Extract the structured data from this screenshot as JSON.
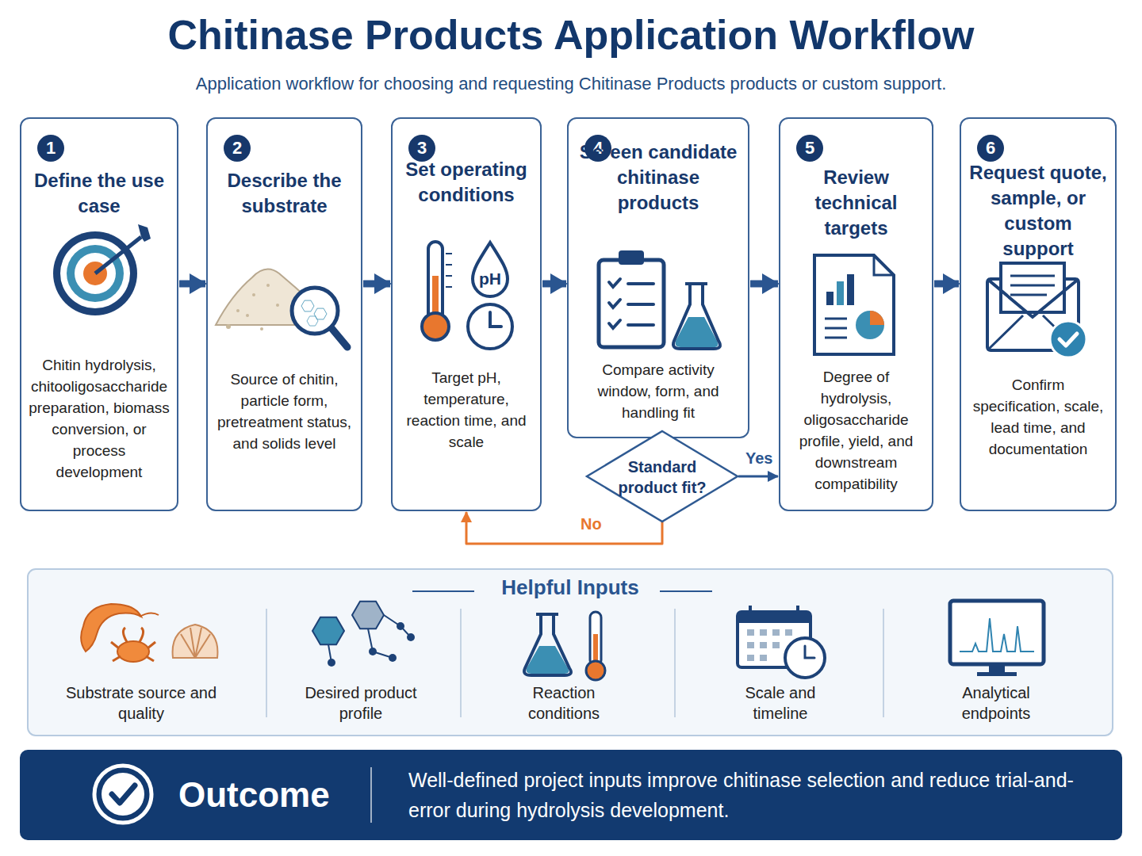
{
  "diagram": {
    "title": "Chitinase Products Application Workflow",
    "caption": "Application workflow for choosing and requesting Chitinase Products products or custom support.",
    "nodes": [
      {
        "text": [
          "1",
          "Define the use case",
          "Chitin hydrolysis, chitooligosaccharide preparation, biomass conversion, or process development"
        ]
      },
      {
        "text": [
          "2",
          "Describe the substrate",
          "Source of chitin, particle form, pretreatment status, and solids level"
        ]
      },
      {
        "text": [
          "3",
          "Set operating conditions",
          "Target pH, temperature, reaction time, and scale"
        ]
      },
      {
        "text": [
          "4",
          "Screen candidate chitinase products",
          "Compare activity window, form, and handling fit"
        ]
      },
      {
        "text": [
          "5",
          "Review technical targets",
          "Degree of hydrolysis, oligosaccharide profile, yield, and downstream compatibility"
        ]
      },
      {
        "text": [
          "6",
          "Request quote, sample, or custom support",
          "Confirm specification, scale, lead time, and documentation"
        ]
      },
      {
        "text": [
          "Standard product fit?"
        ]
      },
      {
        "text": [
          "Helpful Inputs"
        ]
      },
      {
        "text": [
          "Outcome",
          "Well-defined project inputs improve chitinase selection and reduce trial-and-error during hydrolysis development."
        ]
      }
    ],
    "edges": [
      {
        "from": 0,
        "to": 1,
        "arrow": "to"
      },
      {
        "from": 1,
        "to": 2,
        "arrow": "to"
      },
      {
        "from": 2,
        "to": 3,
        "arrow": "to"
      },
      {
        "from": 3,
        "to": 4,
        "arrow": "to"
      },
      {
        "from": 4,
        "to": 5,
        "arrow": "to"
      },
      {
        "from": 6,
        "to": 4,
        "label": "Yes",
        "arrow": "to"
      },
      {
        "from": 6,
        "to": 2,
        "label": "No",
        "arrow": "to"
      }
    ],
    "labels": [
      "pH",
      "Substrate source and quality",
      "Desired product profile",
      "Reaction conditions",
      "Scale and timeline",
      "Analytical endpoints"
    ]
  }
}
